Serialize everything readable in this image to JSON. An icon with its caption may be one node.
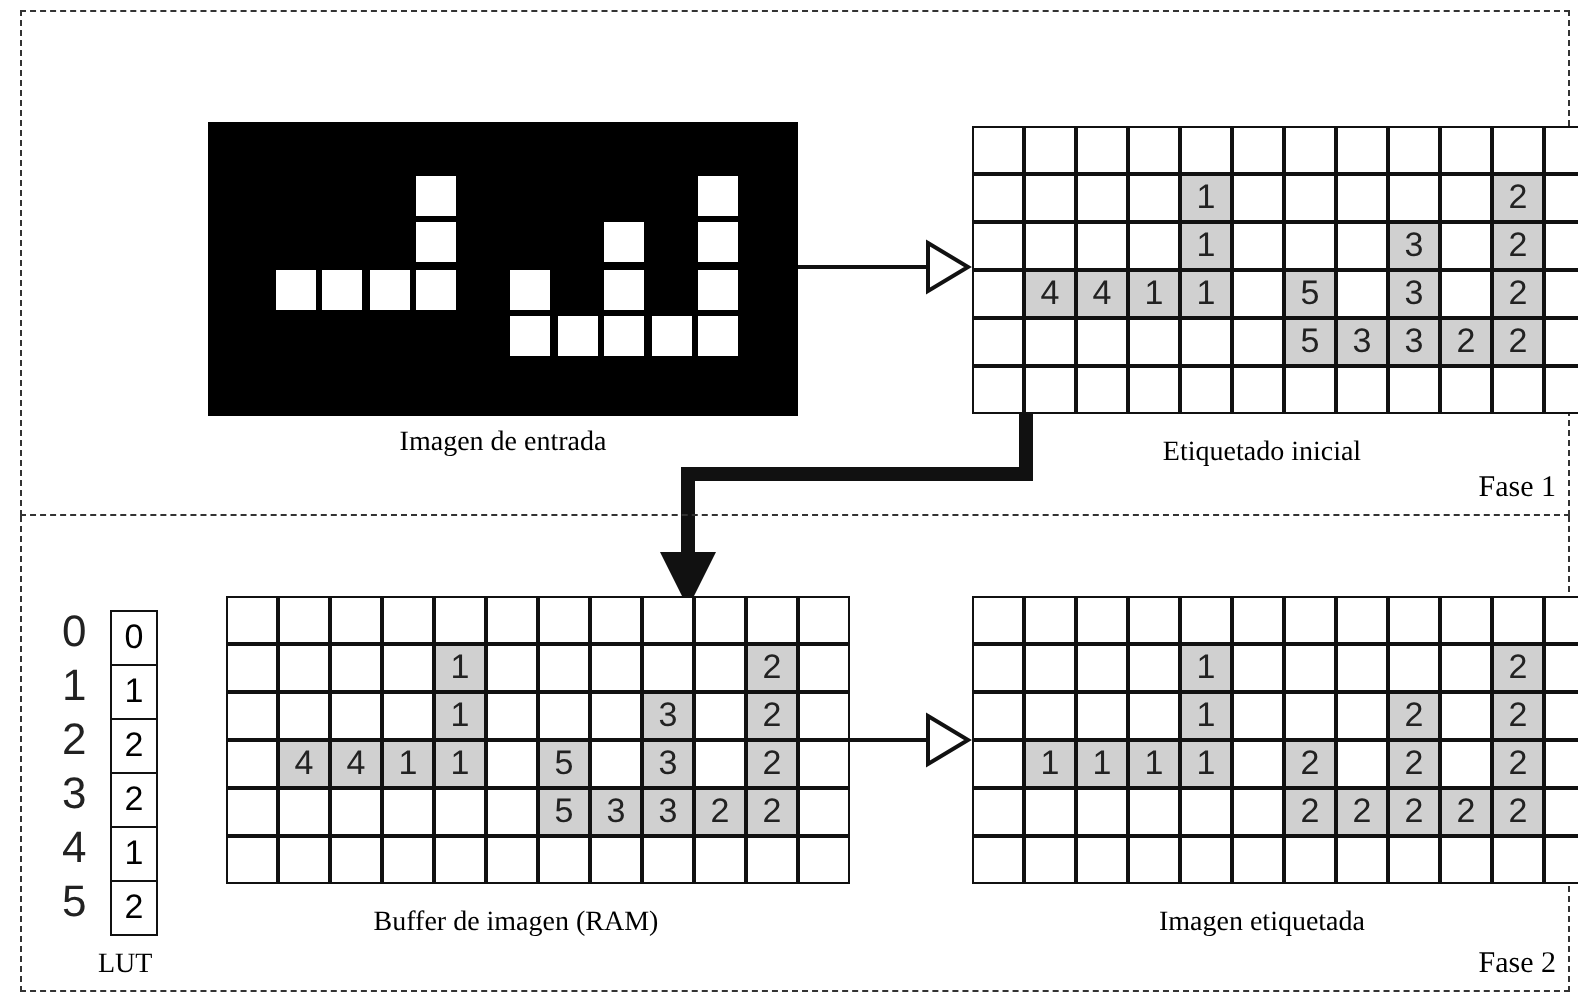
{
  "diagram": {
    "nodes": [
      {
        "text": [
          "Fase 1"
        ]
      },
      {
        "text": [
          "Imagen de entrada"
        ],
        "in": 0
      },
      {
        "text": [
          "Etiquetado inicial"
        ],
        "in": 0
      },
      {
        "text": [
          "Fase 2"
        ]
      },
      {
        "text": [
          "LUT"
        ],
        "in": 3
      },
      {
        "text": [
          "Buffer de imagen (RAM)"
        ],
        "in": 3
      },
      {
        "text": [
          "Imagen etiquetada"
        ],
        "in": 3
      }
    ],
    "edges": [
      {
        "from": 1,
        "to": 2,
        "arrow": "to"
      },
      {
        "from": 2,
        "to": 5,
        "arrow": "to",
        "style": "thick"
      },
      {
        "from": 5,
        "to": 6,
        "arrow": "to"
      }
    ],
    "labels": [
      "1",
      "2",
      "1",
      "3",
      "2",
      "4",
      "4",
      "1",
      "1",
      "5",
      "3",
      "2",
      "5",
      "3",
      "3",
      "2",
      "2",
      "0",
      "0",
      "1",
      "1",
      "2",
      "2",
      "3",
      "2",
      "4",
      "1",
      "5",
      "2",
      "1",
      "2",
      "1",
      "3",
      "2",
      "4",
      "4",
      "1",
      "1",
      "5",
      "3",
      "2",
      "5",
      "3",
      "3",
      "2",
      "2",
      "1",
      "2",
      "1",
      "2",
      "2",
      "1",
      "1",
      "1",
      "1",
      "2",
      "2",
      "2",
      "2",
      "2",
      "2",
      "2",
      "2"
    ]
  }
}
